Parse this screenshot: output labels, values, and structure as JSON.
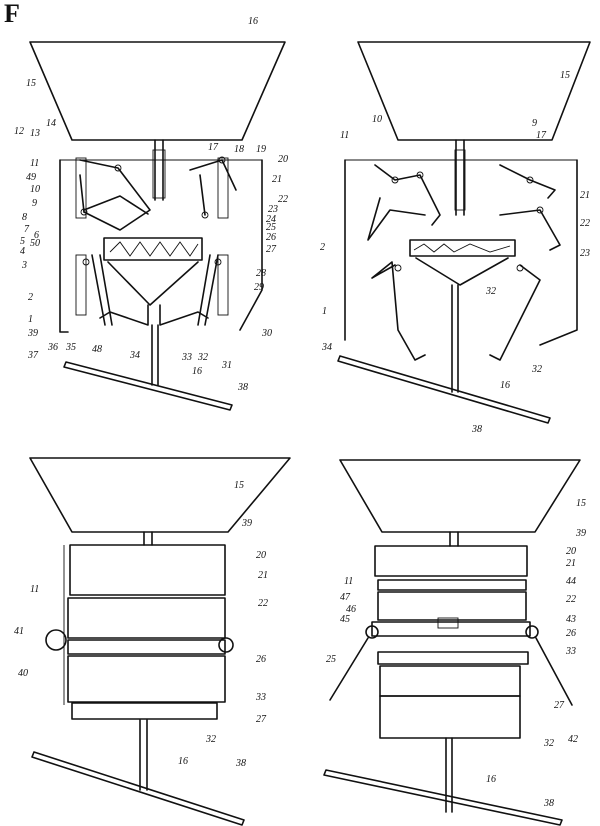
{
  "corner_mark": "F",
  "panel_tl": {
    "labels": [
      "16",
      "15",
      "14",
      "13",
      "12",
      "11",
      "49",
      "10",
      "9",
      "8",
      "7",
      "6",
      "5",
      "50",
      "4",
      "3",
      "2",
      "1",
      "39",
      "37",
      "36",
      "35",
      "48",
      "34",
      "33",
      "32",
      "31",
      "30",
      "29",
      "28",
      "27",
      "26",
      "25",
      "24",
      "23",
      "22",
      "21",
      "20",
      "19",
      "18",
      "17",
      "16",
      "38"
    ]
  },
  "panel_tr": {
    "labels": [
      "15",
      "10",
      "11",
      "9",
      "17",
      "21",
      "22",
      "23",
      "2",
      "1",
      "34",
      "32",
      "16",
      "32",
      "38"
    ]
  },
  "panel_bl": {
    "labels": [
      "15",
      "39",
      "20",
      "21",
      "11",
      "22",
      "41",
      "40",
      "26",
      "33",
      "27",
      "32",
      "16",
      "38"
    ]
  },
  "panel_br": {
    "labels": [
      "15",
      "39",
      "20",
      "21",
      "11",
      "44",
      "47",
      "46",
      "45",
      "22",
      "43",
      "26",
      "25",
      "33",
      "27",
      "42",
      "32",
      "16",
      "38"
    ]
  }
}
